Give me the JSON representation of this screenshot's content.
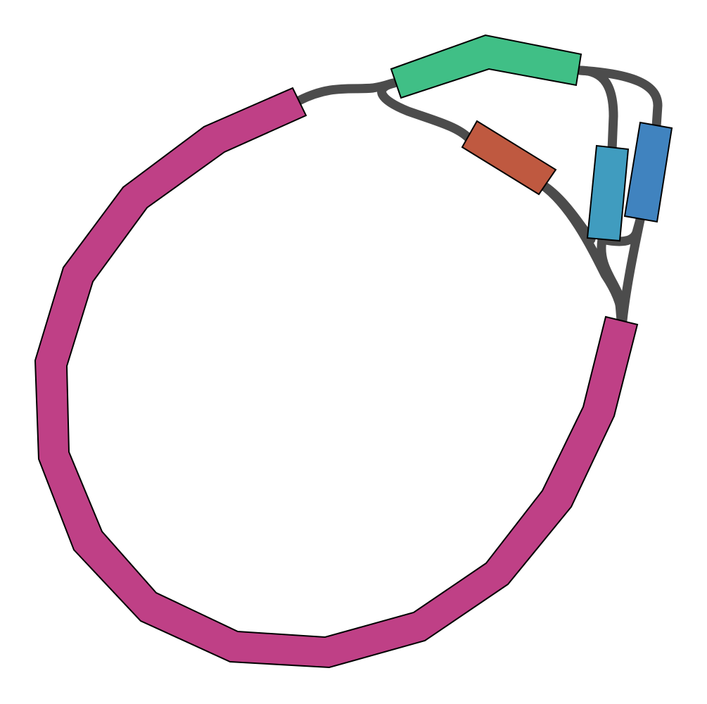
{
  "graph": {
    "link_color": "#1a1a1a",
    "segments": [
      {
        "id": "large-loop",
        "color": "#BF4086"
      },
      {
        "id": "top-green",
        "color": "#40BF86"
      },
      {
        "id": "orange",
        "color": "#BF5940"
      },
      {
        "id": "blue-left",
        "color": "#409CBF"
      },
      {
        "id": "blue-right",
        "color": "#4083BF"
      }
    ]
  }
}
